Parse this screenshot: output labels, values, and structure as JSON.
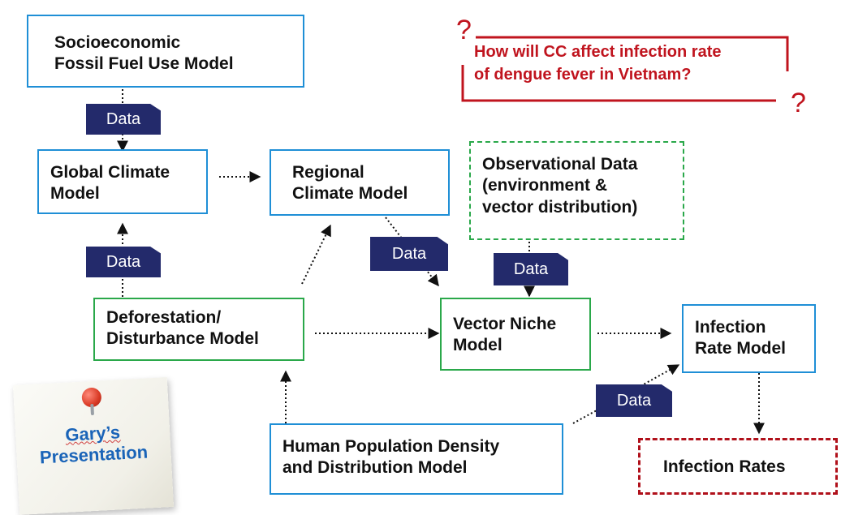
{
  "boxes": {
    "socioeconomic": [
      "Socioeconomic",
      "Fossil Fuel Use Model"
    ],
    "global_climate": [
      "Global Climate",
      "Model"
    ],
    "regional_climate": [
      "Regional",
      "Climate Model"
    ],
    "observational": [
      "Observational Data",
      "(environment &",
      "vector distribution)"
    ],
    "deforestation": [
      "Deforestation/",
      "Disturbance Model"
    ],
    "vector_niche": [
      "Vector Niche",
      "Model"
    ],
    "infection_rate_model": [
      "Infection",
      "Rate Model"
    ],
    "human_population": [
      "Human Population Density",
      "and Distribution Model"
    ],
    "infection_rates": "Infection Rates"
  },
  "data_label": "Data",
  "question": {
    "line1": "How will CC affect infection rate",
    "line2": "of dengue fever in Vietnam?",
    "mark": "?"
  },
  "note": {
    "line1": "Gary’s",
    "line2": "Presentation"
  },
  "colors": {
    "blue_border": "#1f8fd6",
    "green_border": "#2aa84a",
    "red_accent": "#c0141e",
    "data_tag": "#232a6b",
    "note_text": "#1a64b8"
  }
}
